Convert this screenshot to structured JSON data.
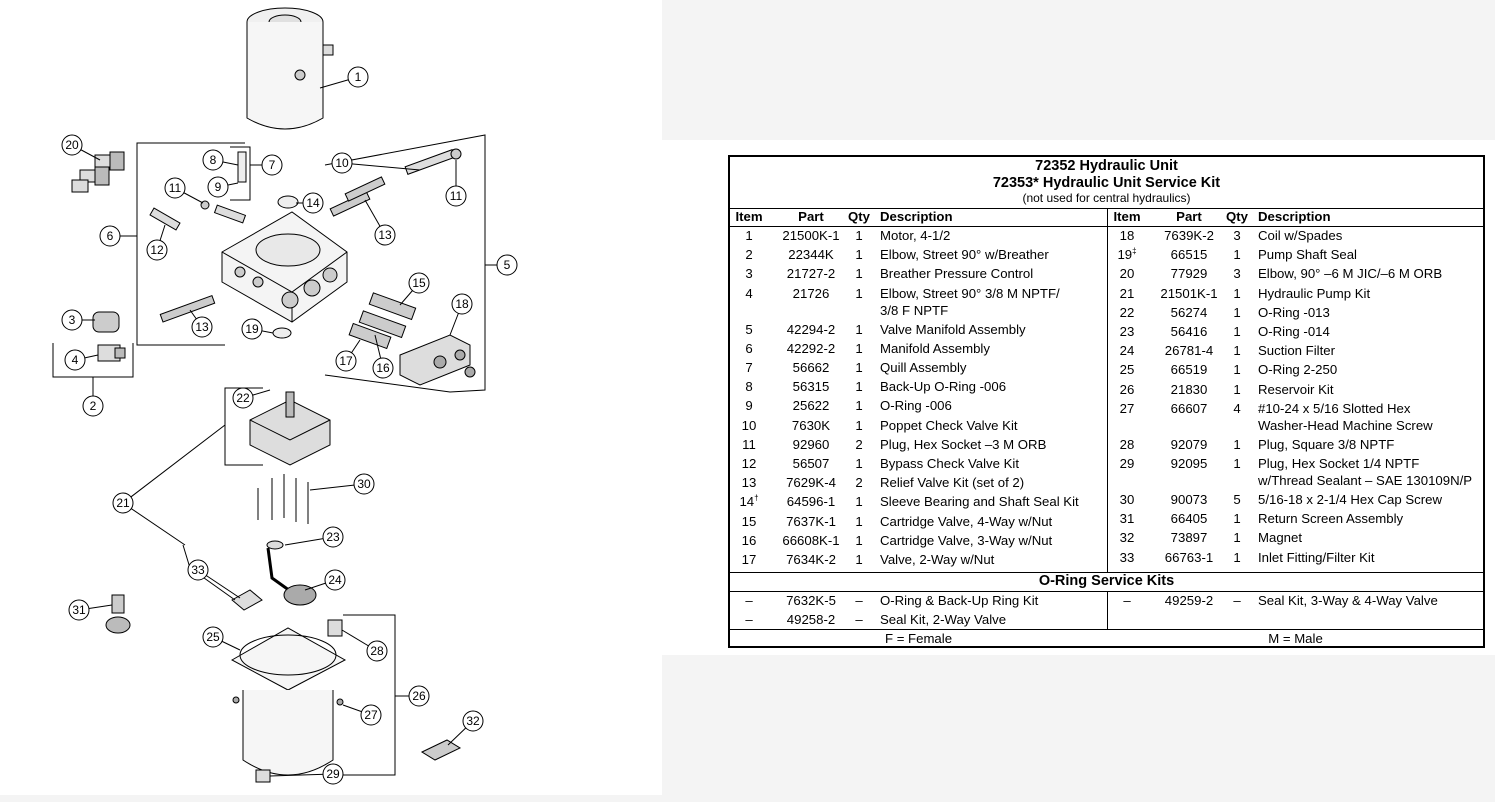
{
  "diagram": {
    "callouts": [
      "1",
      "2",
      "3",
      "4",
      "5",
      "6",
      "7",
      "8",
      "9",
      "10",
      "11",
      "11",
      "12",
      "13",
      "13",
      "14",
      "15",
      "16",
      "17",
      "18",
      "19",
      "20",
      "21",
      "22",
      "23",
      "24",
      "25",
      "26",
      "27",
      "28",
      "29",
      "30",
      "31",
      "32",
      "33"
    ]
  },
  "table": {
    "title1": "72352 Hydraulic Unit",
    "title2": "72353* Hydraulic Unit Service Kit",
    "note": "(not used for central hydraulics)",
    "headers": {
      "item": "Item",
      "part": "Part",
      "qty": "Qty",
      "desc": "Description"
    },
    "left_rows": [
      {
        "item": "1",
        "part": "21500K-1",
        "qty": "1",
        "desc": "Motor, 4-1/2"
      },
      {
        "item": "2",
        "part": "22344K",
        "qty": "1",
        "desc": "Elbow, Street 90° w/Breather"
      },
      {
        "item": "3",
        "part": "21727-2",
        "qty": "1",
        "desc": "Breather Pressure Control"
      },
      {
        "item": "4",
        "part": "21726",
        "qty": "1",
        "desc": "Elbow, Street 90° 3/8 M NPTF/",
        "desc2": "3/8 F NPTF"
      },
      {
        "item": "5",
        "part": "42294-2",
        "qty": "1",
        "desc": "Valve Manifold Assembly"
      },
      {
        "item": "6",
        "part": "42292-2",
        "qty": "1",
        "desc": "Manifold Assembly"
      },
      {
        "item": "7",
        "part": "56662",
        "qty": "1",
        "desc": "Quill Assembly"
      },
      {
        "item": "8",
        "part": "56315",
        "qty": "1",
        "desc": "Back-Up O-Ring -006"
      },
      {
        "item": "9",
        "part": "25622",
        "qty": "1",
        "desc": "O-Ring -006"
      },
      {
        "item": "10",
        "part": "7630K",
        "qty": "1",
        "desc": "Poppet Check Valve Kit"
      },
      {
        "item": "11",
        "part": "92960",
        "qty": "2",
        "desc": "Plug, Hex Socket –3 M ORB"
      },
      {
        "item": "12",
        "part": "56507",
        "qty": "1",
        "desc": "Bypass Check Valve Kit"
      },
      {
        "item": "13",
        "part": "7629K-4",
        "qty": "2",
        "desc": "Relief Valve Kit (set of 2)"
      },
      {
        "item": "14",
        "sup": "†",
        "part": "64596-1",
        "qty": "1",
        "desc": "Sleeve Bearing and Shaft Seal Kit"
      },
      {
        "item": "15",
        "part": "7637K-1",
        "qty": "1",
        "desc": "Cartridge Valve, 4-Way w/Nut"
      },
      {
        "item": "16",
        "part": "66608K-1",
        "qty": "1",
        "desc": "Cartridge Valve, 3-Way w/Nut"
      },
      {
        "item": "17",
        "part": "7634K-2",
        "qty": "1",
        "desc": "Valve, 2-Way w/Nut"
      }
    ],
    "right_rows": [
      {
        "item": "18",
        "part": "7639K-2",
        "qty": "3",
        "desc": "Coil w/Spades"
      },
      {
        "item": "19",
        "sup": "‡",
        "part": "66515",
        "qty": "1",
        "desc": "Pump Shaft Seal"
      },
      {
        "item": "20",
        "part": "77929",
        "qty": "3",
        "desc": "Elbow, 90° –6 M JIC/–6 M ORB"
      },
      {
        "item": "21",
        "part": "21501K-1",
        "qty": "1",
        "desc": "Hydraulic Pump Kit"
      },
      {
        "item": "22",
        "part": "56274",
        "qty": "1",
        "desc": "O-Ring -013"
      },
      {
        "item": "23",
        "part": "56416",
        "qty": "1",
        "desc": "O-Ring -014"
      },
      {
        "item": "24",
        "part": "26781-4",
        "qty": "1",
        "desc": "Suction Filter"
      },
      {
        "item": "25",
        "part": "66519",
        "qty": "1",
        "desc": "O-Ring 2-250"
      },
      {
        "item": "26",
        "part": "21830",
        "qty": "1",
        "desc": "Reservoir Kit"
      },
      {
        "item": "27",
        "part": "66607",
        "qty": "4",
        "desc": "#10-24 x 5/16 Slotted Hex",
        "desc2": "Washer-Head Machine Screw"
      },
      {
        "item": "28",
        "part": "92079",
        "qty": "1",
        "desc": "Plug, Square 3/8 NPTF"
      },
      {
        "item": "29",
        "part": "92095",
        "qty": "1",
        "desc": "Plug, Hex Socket 1/4 NPTF",
        "desc2": "w/Thread Sealant – SAE 130109N/P"
      },
      {
        "item": "30",
        "part": "90073",
        "qty": "5",
        "desc": "5/16-18 x 2-1/4 Hex Cap Screw"
      },
      {
        "item": "31",
        "part": "66405",
        "qty": "1",
        "desc": "Return Screen Assembly"
      },
      {
        "item": "32",
        "part": "73897",
        "qty": "1",
        "desc": "Magnet"
      },
      {
        "item": "33",
        "part": "66763-1",
        "qty": "1",
        "desc": "Inlet Fitting/Filter Kit"
      }
    ],
    "oring_title": "O-Ring Service Kits",
    "oring_left": [
      {
        "item": "–",
        "part": "7632K-5",
        "qty": "–",
        "desc": "O-Ring & Back-Up Ring Kit"
      },
      {
        "item": "–",
        "part": "49258-2",
        "qty": "–",
        "desc": "Seal Kit, 2-Way Valve"
      }
    ],
    "oring_right": [
      {
        "item": "–",
        "part": "49259-2",
        "qty": "–",
        "desc": "Seal Kit, 3-Way & 4-Way Valve"
      }
    ],
    "footer_left": "F = Female",
    "footer_right": "M = Male"
  }
}
